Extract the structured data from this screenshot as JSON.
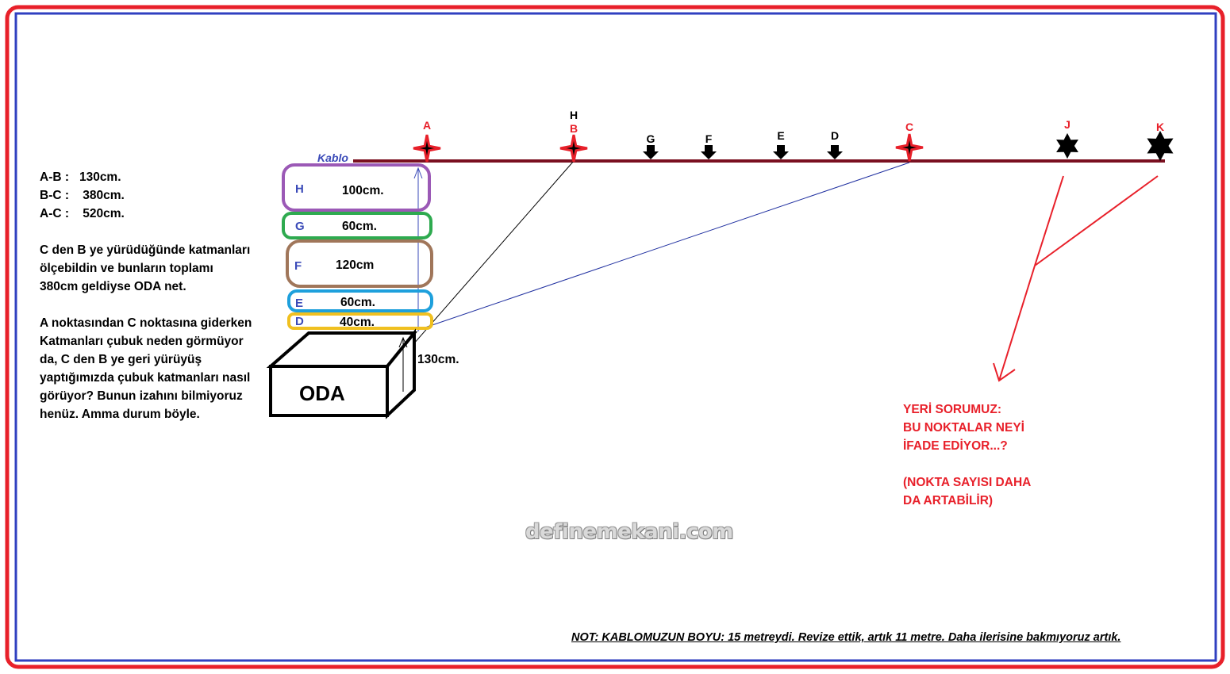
{
  "cable": {
    "label": "Kablo",
    "points": [
      {
        "id": "A",
        "label": "A",
        "color": "#e8202a"
      },
      {
        "id": "H",
        "label": "H",
        "color": "#000000"
      },
      {
        "id": "B",
        "label": "B",
        "color": "#e8202a"
      },
      {
        "id": "G",
        "label": "G",
        "color": "#000000"
      },
      {
        "id": "F",
        "label": "F",
        "color": "#000000"
      },
      {
        "id": "E",
        "label": "E",
        "color": "#000000"
      },
      {
        "id": "D",
        "label": "D",
        "color": "#000000"
      },
      {
        "id": "C",
        "label": "C",
        "color": "#e8202a"
      },
      {
        "id": "J",
        "label": "J",
        "color": "#e8202a"
      },
      {
        "id": "K",
        "label": "K",
        "color": "#e8202a"
      }
    ]
  },
  "layers": [
    {
      "letter": "H",
      "value": "100cm.",
      "color": "#9b59b6"
    },
    {
      "letter": "G",
      "value": "60cm.",
      "color": "#2eaa4f"
    },
    {
      "letter": "F",
      "value": "120cm",
      "color": "#a0765a"
    },
    {
      "letter": "E",
      "value": "60cm.",
      "color": "#1ea0dc"
    },
    {
      "letter": "D",
      "value": "40cm.",
      "color": "#f0c020"
    }
  ],
  "room": {
    "label": "ODA",
    "height_label": "130cm."
  },
  "measurements": [
    {
      "label": "A-B :",
      "value": "130cm."
    },
    {
      "label": "B-C :",
      "value": "380cm."
    },
    {
      "label": "A-C :",
      "value": "520cm."
    }
  ],
  "paragraph1": [
    "C den B ye yürüdüğünde katmanları",
    "ölçebildin ve bunların toplamı",
    "380cm geldiyse ODA net."
  ],
  "paragraph2": [
    "A noktasından C noktasına giderken",
    "Katmanları çubuk neden görmüyor",
    "da, C den B ye geri yürüyüş",
    "yaptığımızda çubuk katmanları nasıl",
    "görüyor? Bunun izahını bilmiyoruz",
    "henüz. Amma durum böyle."
  ],
  "question": [
    "YERİ SORUMUZ:",
    "BU NOKTALAR NEYİ",
    "İFADE EDİYOR...?"
  ],
  "question_note": [
    "(NOKTA SAYISI DAHA",
    "DA ARTABİLİR)"
  ],
  "watermark": "definemekani.com",
  "note": "NOT: KABLOMUZUN BOYU: 15 metreydi. Revize ettik, artık 11 metre. Daha ilerisine bakmıyoruz artık.",
  "colors": {
    "frame_outer": "#e8202a",
    "frame_inner": "#3040c0",
    "cable": "#7a1020",
    "label_blue": "#3a4ab8",
    "arrow_red": "#e8202a"
  }
}
